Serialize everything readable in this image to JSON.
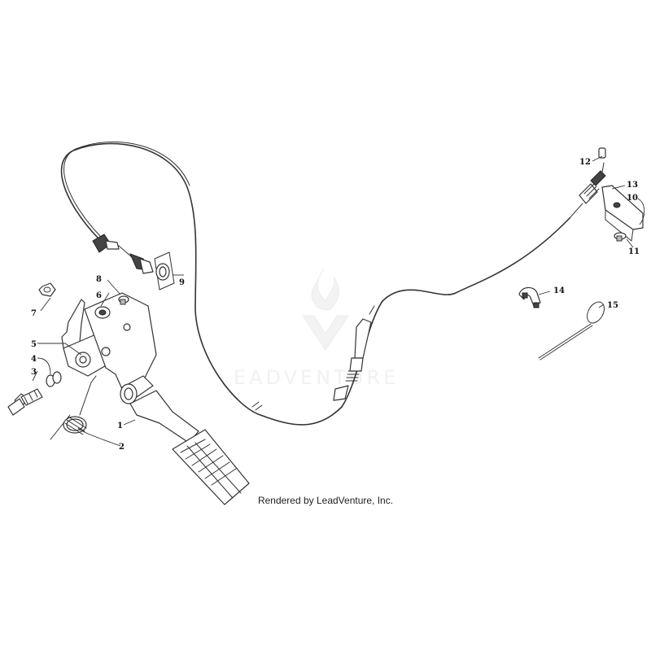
{
  "watermark": {
    "text": "EADVENTURE"
  },
  "credit": "Rendered by LeadVenture, Inc.",
  "callouts": [
    "1",
    "2",
    "3",
    "4",
    "5",
    "6",
    "7",
    "8",
    "9",
    "10",
    "11",
    "12",
    "13",
    "14",
    "15"
  ]
}
